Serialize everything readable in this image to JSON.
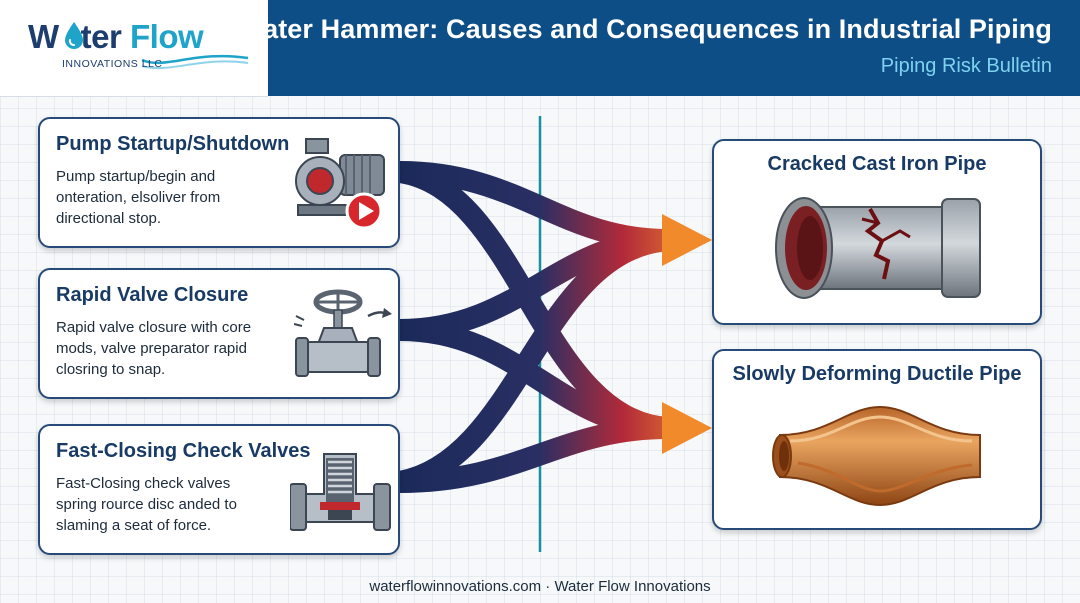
{
  "header": {
    "logo_word_1": "W",
    "logo_word_2": "ter",
    "logo_word_3": "Flow",
    "logo_subtitle": "INNOVATIONS LLC",
    "title": "Water Hammer: Causes and Consequences in Industrial Piping",
    "subtitle": "Piping Risk Bulletin"
  },
  "causes": [
    {
      "title": "Pump Startup/Shutdown",
      "description": "Pump startup/begin and onteration, elsoliver from directional stop.",
      "icon": "pump-icon"
    },
    {
      "title": "Rapid Valve Closure",
      "description": "Rapid valve closure with core mods, valve preparator rapid closring to snap.",
      "icon": "gate-valve-icon"
    },
    {
      "title": "Fast-Closing Check Valves",
      "description": "Fast-Closing check valves spring rource disc anded to slaming a seat of force.",
      "icon": "check-valve-icon"
    }
  ],
  "consequences": [
    {
      "title": "Cracked Cast Iron Pipe",
      "icon": "cracked-pipe-icon"
    },
    {
      "title": "Slowly Deforming Ductile Pipe",
      "icon": "deformed-pipe-icon"
    }
  ],
  "colors": {
    "header_band": "#0e4e87",
    "card_border": "#274a78",
    "flow_start": "#1b2a5a",
    "flow_mid": "#b22a3a",
    "flow_end": "#f08a2a",
    "divider": "#1a8fa0"
  },
  "footer": {
    "text": "waterflowinnovations.com · Water Flow Innovations"
  }
}
